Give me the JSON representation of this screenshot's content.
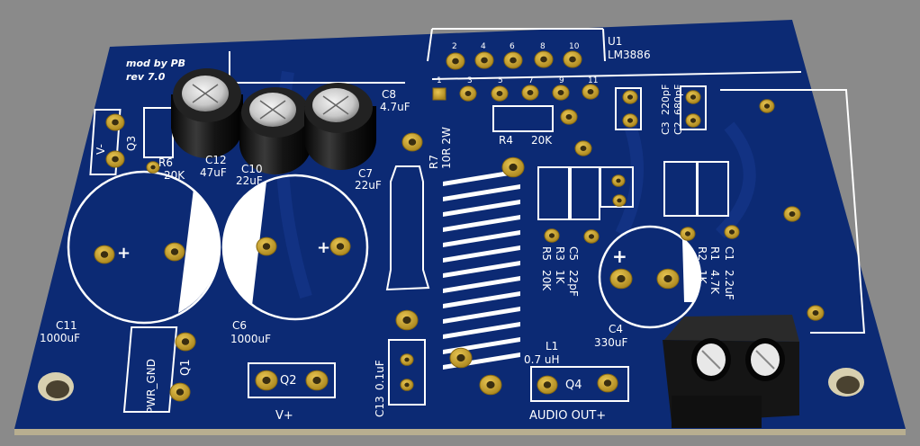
{
  "colors": {
    "background": "#8a8a8a",
    "board": "#0c2a74",
    "board_edge": "#c9c0a0",
    "silkscreen": "#ffffff",
    "pad": "#c9a227",
    "capacitor": "#111111",
    "terminal": "#1a1a1a"
  },
  "board": {
    "credit": "mod by PB",
    "revision": "rev 7.0"
  },
  "labels": {
    "u1": "U1",
    "u1_part": "LM3886",
    "pins_top": [
      "2",
      "4",
      "6",
      "8",
      "10"
    ],
    "pins_bottom": [
      "1",
      "3",
      "5",
      "7",
      "9",
      "11"
    ],
    "c8": "C8",
    "c8_value": "4.7uF",
    "r4": "R4",
    "r4_value": "20K",
    "c3": "C3",
    "c3_value": "220pF",
    "c2": "C2",
    "c2_value": "680pF",
    "v_minus": "V-",
    "q3": "Q3",
    "r6": "R6",
    "r6_value": "20K",
    "c12": "C12",
    "c12_value": "47uF",
    "c10": "C10",
    "c10_value": "22uF",
    "c7": "C7",
    "c7_value": "22uF",
    "r7": "R7",
    "r7_value": "10R 2W",
    "plus": "+",
    "r5": "R5",
    "r5_value": "20K",
    "r3": "R3",
    "r3_value": "1K",
    "c5": "C5",
    "c5_value": "22pF",
    "r2": "R2",
    "r2_value": "1K",
    "r1": "R1",
    "r1_value": "4.7K",
    "c1": "C1",
    "c1_value": "2.2uF",
    "c11": "C11",
    "c11_value": "1000uF",
    "c6": "C6",
    "c6_value": "1000uF",
    "c4": "C4",
    "c4_value": "330uF",
    "pwr_gnd": "PWR_GND",
    "q1": "Q1",
    "q2": "Q2",
    "v_plus": "V+",
    "c13": "C13",
    "c13_value": "0.1uF",
    "l1": "L1",
    "l1_value": "0.7 uH",
    "q4": "Q4",
    "audio_out": "AUDIO OUT+"
  }
}
